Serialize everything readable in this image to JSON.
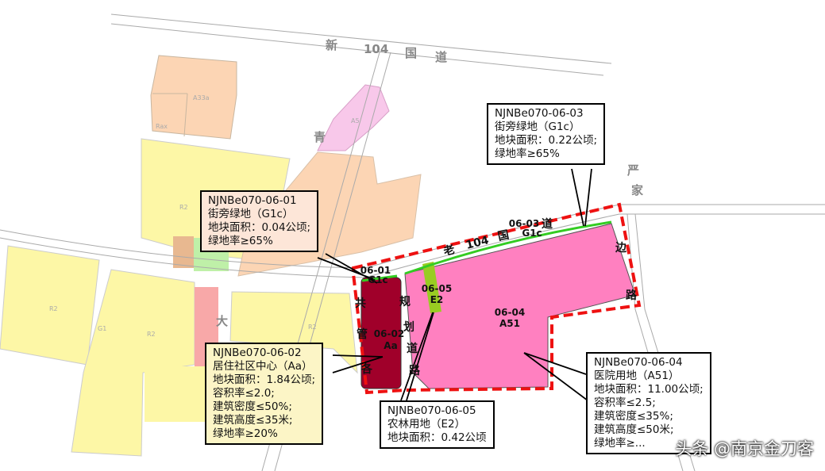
{
  "roads": {
    "new_104": [
      "新",
      "104",
      "国",
      "道"
    ],
    "old_104": [
      "老",
      "104",
      "国",
      "道"
    ],
    "qing": "青",
    "da": "大",
    "yanjiabian": [
      "严",
      "家",
      "边",
      "路"
    ],
    "guihua": [
      "规",
      "划",
      "道",
      "路"
    ],
    "gongguan": [
      "共",
      "管",
      "各"
    ]
  },
  "landuse_labels": {
    "a33a": "A33a",
    "rax": "Rax",
    "a5": "A5",
    "r2_a": "R2",
    "r2_b": "R2",
    "r2_c": "R2",
    "r2_d": "R2",
    "g1": "G1"
  },
  "parcels": {
    "p0601": {
      "code": "06-01",
      "type": "G1c"
    },
    "p0602": {
      "code": "06-02",
      "type": "Aa"
    },
    "p0603": {
      "code": "06-03",
      "type": "G1c"
    },
    "p0604": {
      "code": "06-04",
      "type": "A51"
    },
    "p0605": {
      "code": "06-05",
      "type": "E2"
    }
  },
  "callouts": {
    "c01": [
      "NJNBe070-06-01",
      "街旁绿地（G1c）",
      "地块面积：0.04公顷;",
      "绿地率≥65%"
    ],
    "c03": [
      "NJNBe070-06-03",
      "街旁绿地（G1c）",
      "地块面积：0.22公顷;",
      "绿地率≥65%"
    ],
    "c02": [
      "NJNBe070-06-02",
      "居住社区中心（Aa）",
      "地块面积：1.84公顷;",
      "容积率≤2.0;",
      "建筑密度≤50%;",
      "建筑高度≤35米;",
      "绿地率≥20%"
    ],
    "c05": [
      "NJNBe070-06-05",
      "农林用地（E2）",
      "地块面积：0.42公顷"
    ],
    "c04": [
      "NJNBe070-06-04",
      "医院用地（A51）",
      "地块面积：11.00公顷;",
      "容积率≤2.5;",
      "建筑密度≤35%;",
      "建筑高度≤50米;",
      "绿地率≥..."
    ]
  },
  "watermark": "头条 @南京金刀客",
  "colors": {
    "residential": "#fdf7a6",
    "commercial": "#fcd5b4",
    "hospital": "#ff80c0",
    "community": "#a0002a",
    "green": "#66dd33",
    "farm": "#99cc22",
    "boundary": "#ee1111"
  }
}
